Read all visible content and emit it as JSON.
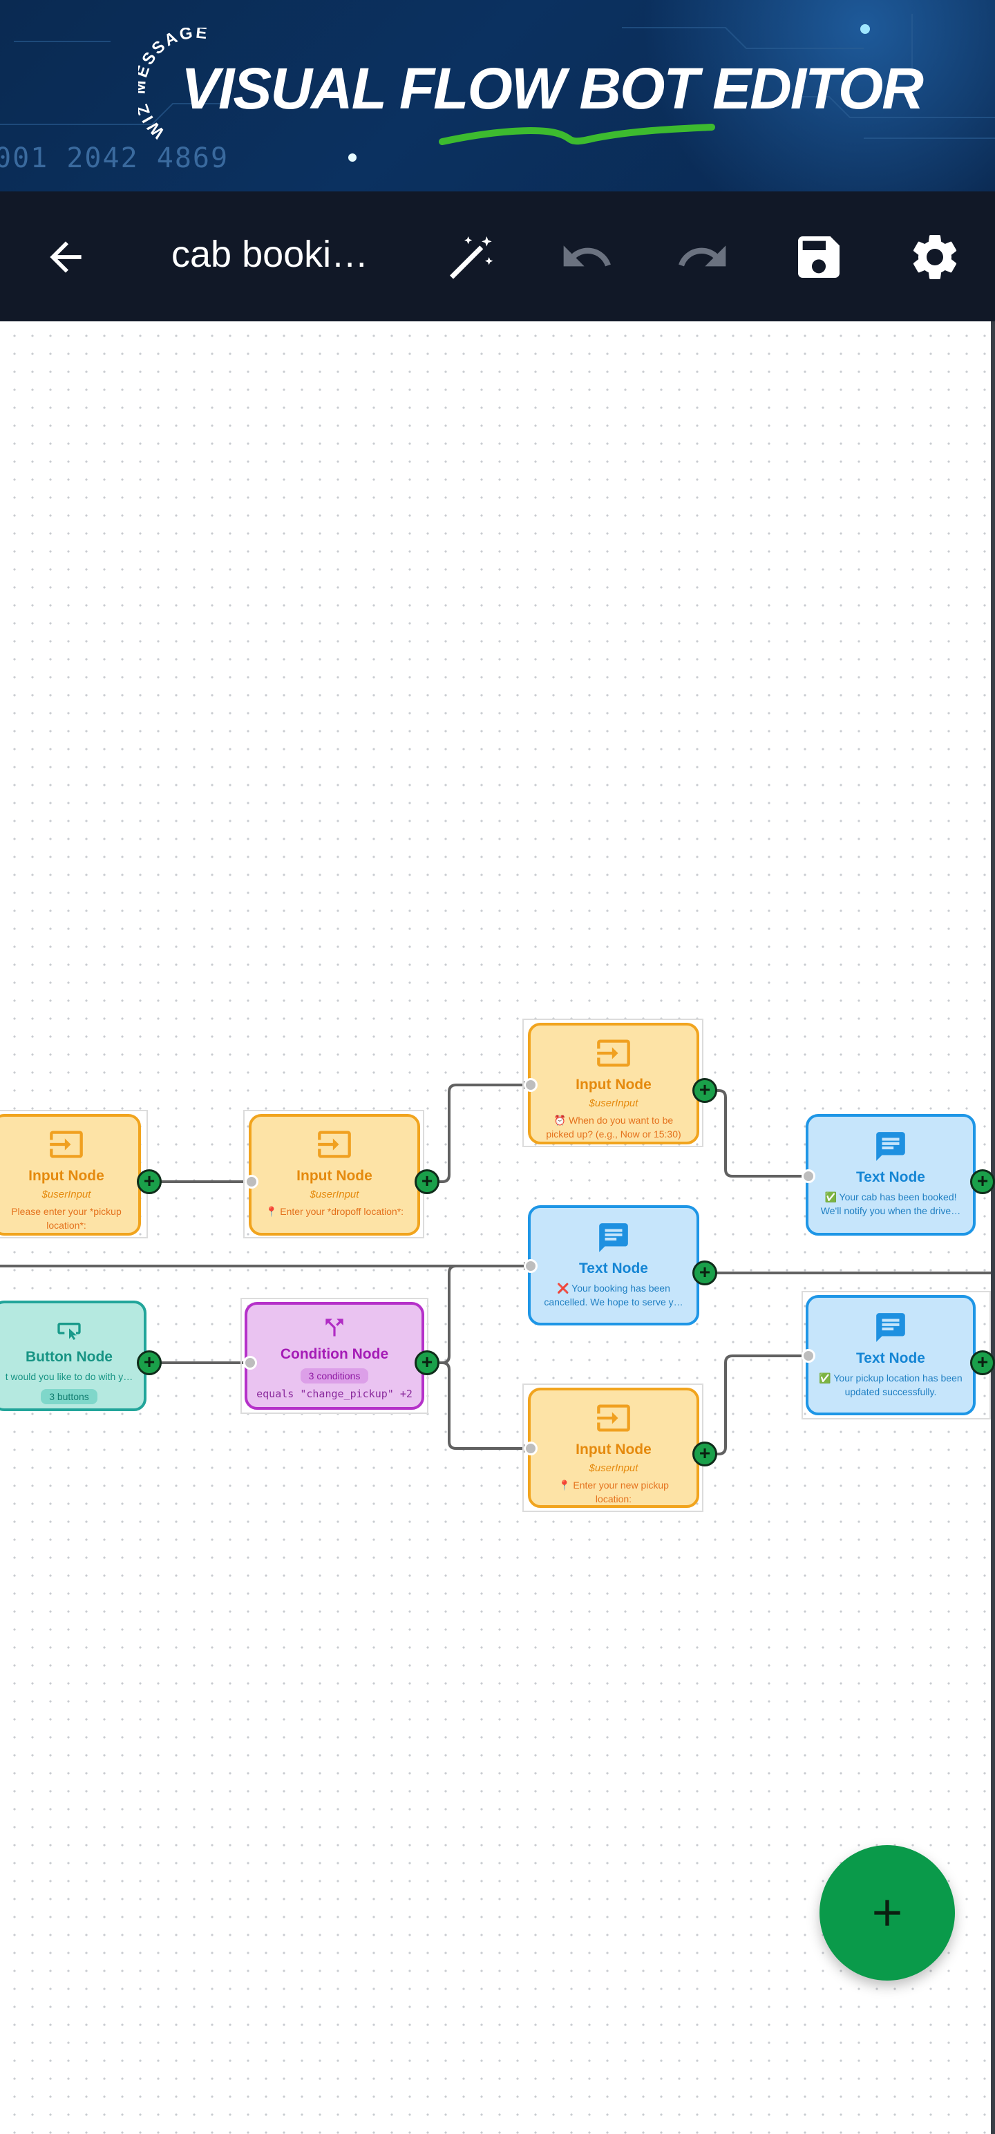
{
  "banner": {
    "brand": "WIZ MESSAGE",
    "title": "VISUAL FLOW BOT EDITOR",
    "digits": "001 2042 4869"
  },
  "toolbar": {
    "flow_name": "cab booki…",
    "icons": [
      "back-arrow-icon",
      "magic-wand-icon",
      "undo-icon",
      "redo-icon",
      "save-icon",
      "settings-gear-icon"
    ]
  },
  "colors": {
    "toolbar_bg": "#111827",
    "input_node": "#f1a41e",
    "text_node": "#1e96e6",
    "button_node": "#22a59a",
    "condition_node": "#b531c9",
    "fab": "#0a9a4a"
  },
  "nodes": {
    "input_pickup": {
      "title": "Input Node",
      "var": "$userInput",
      "desc": "Please enter your *pickup location*:"
    },
    "input_dropoff": {
      "title": "Input Node",
      "var": "$userInput",
      "desc": "📍 Enter your *dropoff location*:"
    },
    "input_time": {
      "title": "Input Node",
      "var": "$userInput",
      "desc": "⏰ When do you want to be picked up? (e.g., Now or 15:30)"
    },
    "text_booked": {
      "title": "Text Node",
      "desc": "✅ Your cab has been booked! We'll notify you when the drive…"
    },
    "text_cancelled": {
      "title": "Text Node",
      "desc": "❌ Your booking has been cancelled. We hope to serve y…"
    },
    "button_menu": {
      "title": "Button Node",
      "desc": "t would you like to do with y…",
      "badge": "3 buttons"
    },
    "condition": {
      "title": "Condition Node",
      "badge": "3 conditions",
      "expr": "equals \"change_pickup\" +2"
    },
    "input_new_pickup": {
      "title": "Input Node",
      "var": "$userInput",
      "desc": "📍 Enter your new pickup location:"
    },
    "text_updated": {
      "title": "Text Node",
      "desc": "✅ Your pickup location has been updated successfully."
    }
  },
  "fab": {
    "icon": "plus-icon",
    "symbol": "+"
  }
}
